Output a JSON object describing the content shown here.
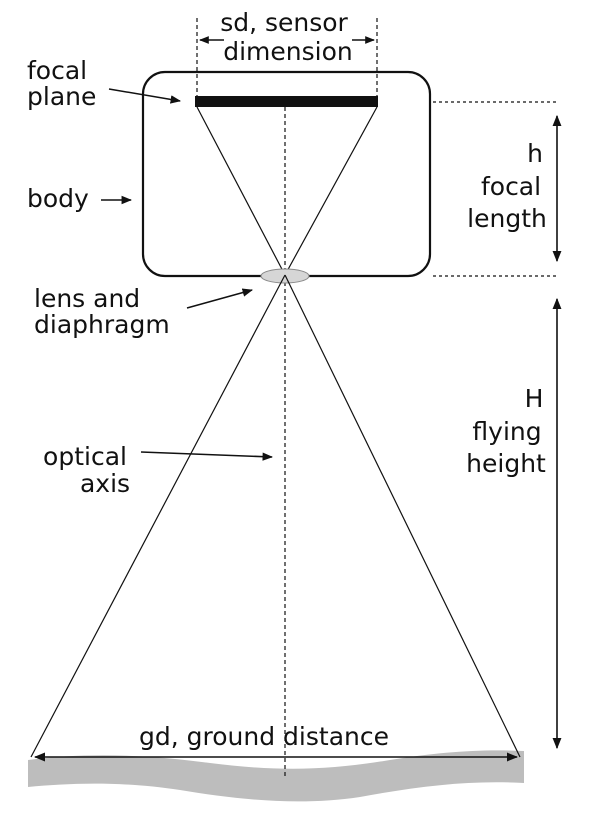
{
  "labels": {
    "sensor": [
      "sd, sensor",
      "dimension"
    ],
    "focal_plane": [
      "focal",
      "plane"
    ],
    "body": "body",
    "focal_length": [
      "h",
      "focal",
      "length"
    ],
    "lens": [
      "lens and",
      "diaphragm"
    ],
    "flying_height": [
      "H",
      "flying",
      "height"
    ],
    "optical_axis": [
      "optical",
      "axis"
    ],
    "ground_distance": "gd, ground distance"
  },
  "colors": {
    "ink": "#111111",
    "lens_fill": "#d6d6d6",
    "ground_fill": "#bdbdbd"
  }
}
